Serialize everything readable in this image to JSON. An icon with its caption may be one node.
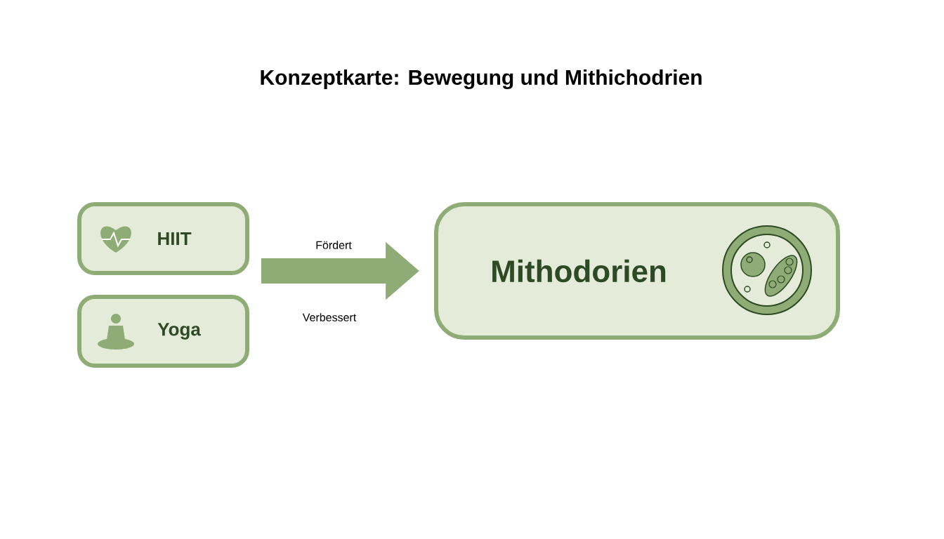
{
  "diagram": {
    "title": "Konzeptkarte: Bewegung und Mithichodrien",
    "nodes": [
      {
        "text": [
          "HIIT"
        ]
      },
      {
        "text": [
          "Yoga"
        ]
      },
      {
        "text": [
          "Mithodorien"
        ]
      }
    ],
    "edges": [
      {
        "from": null,
        "to": 2,
        "arrow": "to",
        "label": "Fördert"
      }
    ],
    "labels": [
      "Verbessert"
    ]
  }
}
